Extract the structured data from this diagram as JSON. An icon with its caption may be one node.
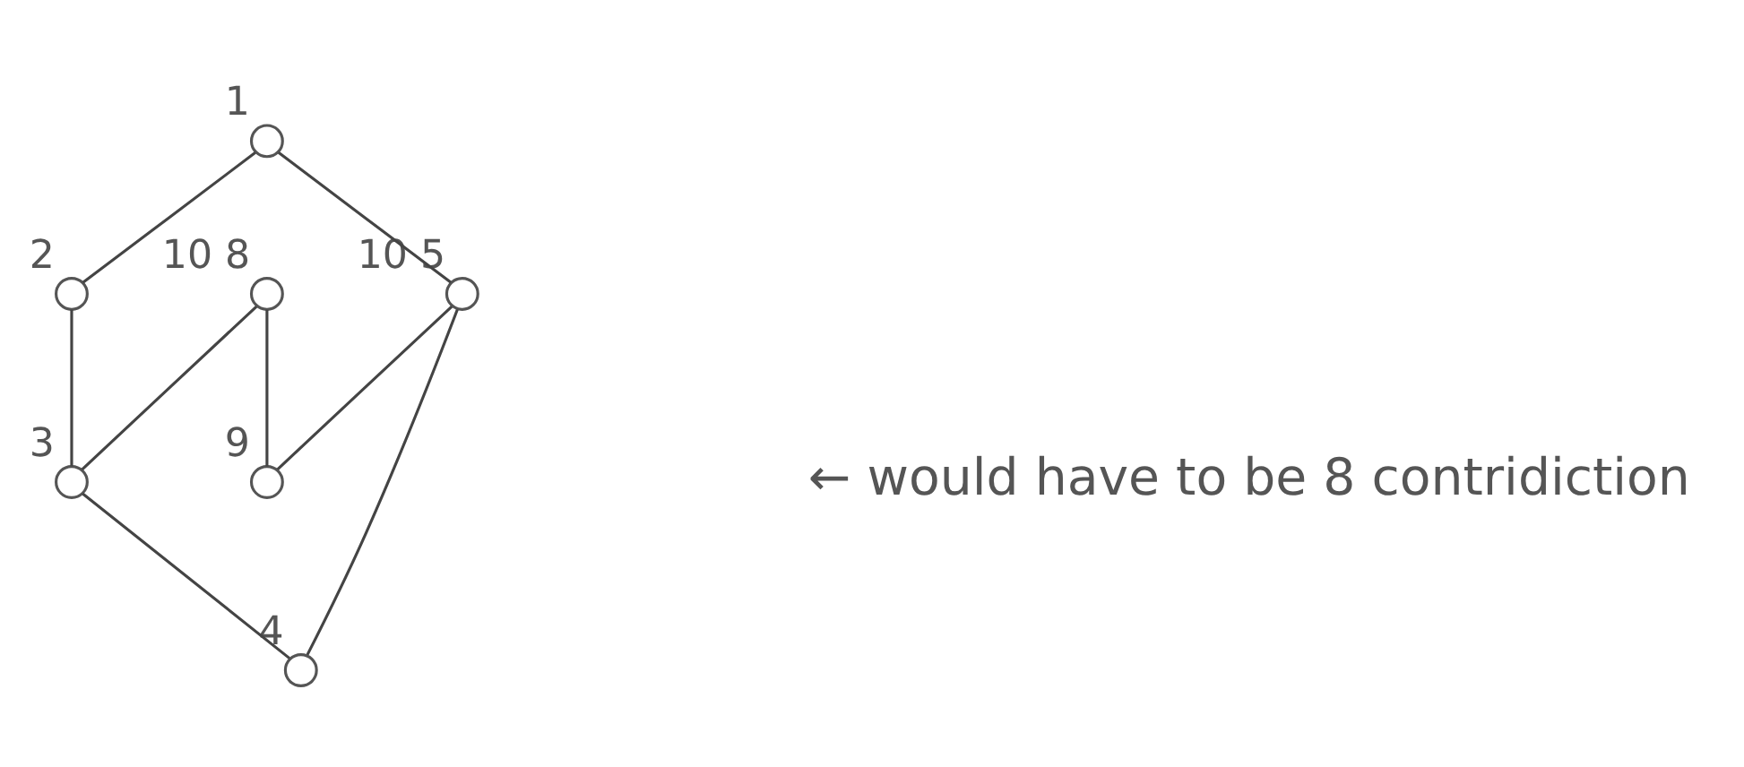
{
  "diagram": {
    "nodes": [
      {
        "text": [],
        "shape": "circle",
        "beside": [
          "1"
        ]
      },
      {
        "text": [],
        "shape": "circle",
        "beside": [
          "2"
        ]
      },
      {
        "text": [],
        "shape": "circle",
        "beside": [
          "3"
        ]
      },
      {
        "text": [],
        "shape": "circle",
        "beside": [
          "10",
          "5"
        ]
      },
      {
        "text": [],
        "shape": "circle",
        "beside": [
          "10",
          "8"
        ]
      },
      {
        "text": [],
        "shape": "circle",
        "beside": [
          "4"
        ]
      },
      {
        "text": [],
        "shape": "circle",
        "beside": [
          "9"
        ]
      }
    ],
    "edges": [
      {
        "from": 0,
        "to": 1,
        "arrow": "none"
      },
      {
        "from": 1,
        "to": 2,
        "arrow": "none"
      },
      {
        "from": 2,
        "to": 5,
        "arrow": "none"
      },
      {
        "from": 0,
        "to": 3,
        "arrow": "none"
      },
      {
        "from": 3,
        "to": 5,
        "arrow": "none"
      },
      {
        "from": 3,
        "to": 6,
        "arrow": "none"
      },
      {
        "from": 4,
        "to": 6,
        "arrow": "none"
      },
      {
        "from": 4,
        "to": 2,
        "arrow": "none"
      }
    ],
    "labels": [
      "← would have to be 8 contridiction"
    ]
  }
}
